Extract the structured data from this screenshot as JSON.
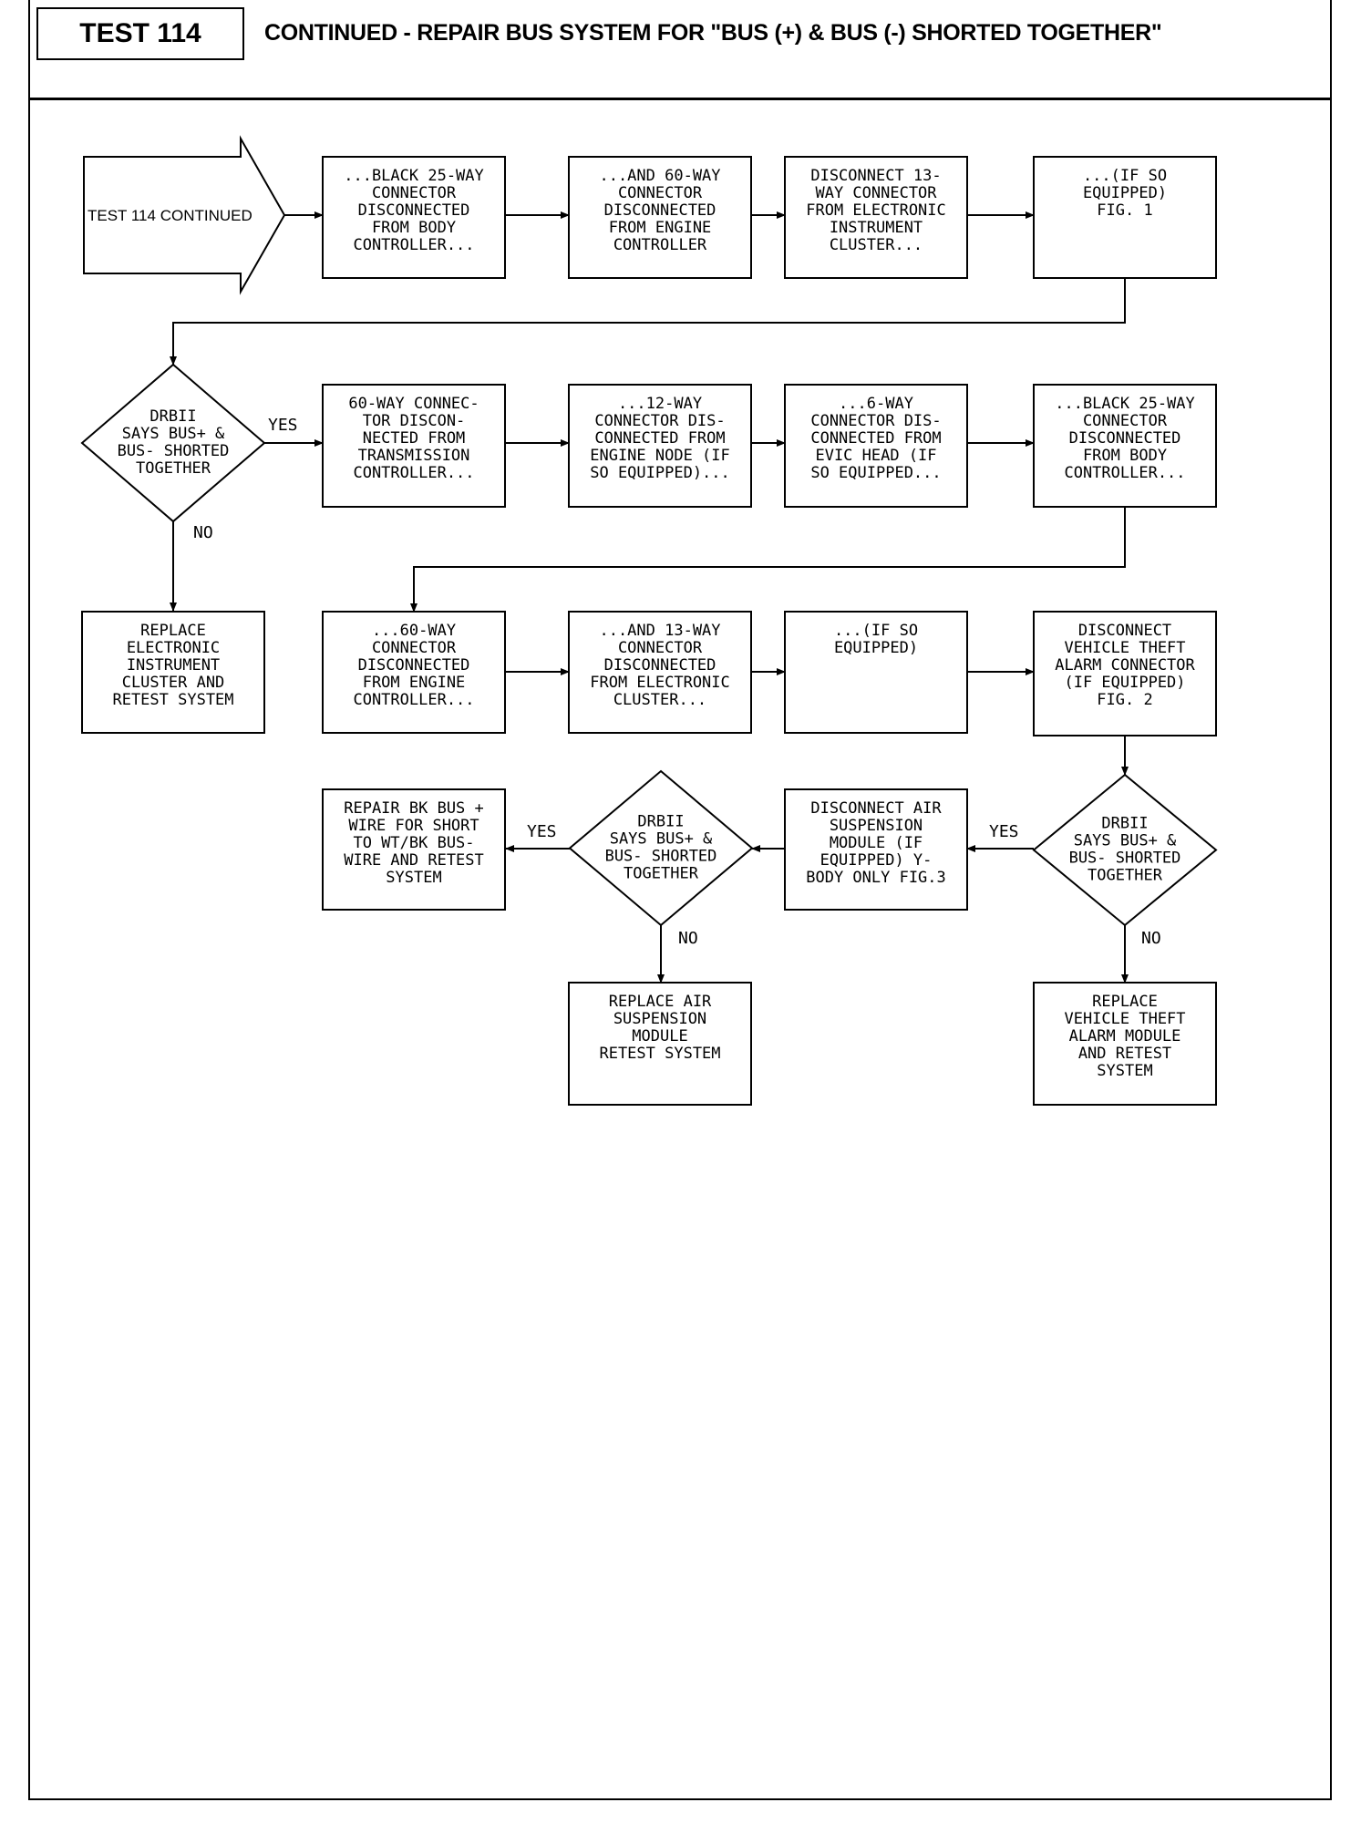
{
  "header": {
    "test_label": "TEST 114",
    "title": "CONTINUED - REPAIR BUS SYSTEM FOR \"BUS (+) & BUS (-) SHORTED TOGETHER\""
  },
  "flowchart": {
    "start": {
      "label": "TEST 114 CONTINUED"
    },
    "nodes": [
      {
        "id": "r1b1",
        "kind": "process",
        "lines": [
          "...BLACK 25-WAY",
          "CONNECTOR",
          "DISCONNECTED",
          "FROM BODY",
          "CONTROLLER..."
        ]
      },
      {
        "id": "r1b2",
        "kind": "process",
        "lines": [
          "...AND 60-WAY",
          "CONNECTOR",
          "DISCONNECTED",
          "FROM ENGINE",
          "CONTROLLER"
        ]
      },
      {
        "id": "r1b3",
        "kind": "process",
        "lines": [
          "DISCONNECT 13-",
          "WAY CONNECTOR",
          "FROM ELECTRONIC",
          "INSTRUMENT",
          "CLUSTER..."
        ]
      },
      {
        "id": "r1b4",
        "kind": "process",
        "lines": [
          "...(IF SO",
          "EQUIPPED)",
          "FIG. 1"
        ]
      },
      {
        "id": "d1",
        "kind": "decision",
        "lines": [
          "DRBII",
          "SAYS BUS+ &",
          "BUS- SHORTED",
          "TOGETHER"
        ]
      },
      {
        "id": "r2b1",
        "kind": "process",
        "lines": [
          "60-WAY CONNEC-",
          "TOR DISCON-",
          "NECTED FROM",
          "TRANSMISSION",
          "CONTROLLER..."
        ]
      },
      {
        "id": "r2b2",
        "kind": "process",
        "lines": [
          "...12-WAY",
          "CONNECTOR DIS-",
          "CONNECTED FROM",
          "ENGINE NODE (IF",
          "SO EQUIPPED)..."
        ]
      },
      {
        "id": "r2b3",
        "kind": "process",
        "lines": [
          "...6-WAY",
          "CONNECTOR DIS-",
          "CONNECTED FROM",
          "EVIC HEAD (IF",
          "SO EQUIPPED..."
        ]
      },
      {
        "id": "r2b4",
        "kind": "process",
        "lines": [
          "...BLACK 25-WAY",
          "CONNECTOR",
          "DISCONNECTED",
          "FROM BODY",
          "CONTROLLER..."
        ]
      },
      {
        "id": "r3b0",
        "kind": "process",
        "lines": [
          "REPLACE",
          "ELECTRONIC",
          "INSTRUMENT",
          "CLUSTER AND",
          "RETEST SYSTEM"
        ]
      },
      {
        "id": "r3b1",
        "kind": "process",
        "lines": [
          "...60-WAY",
          "CONNECTOR",
          "DISCONNECTED",
          "FROM ENGINE",
          "CONTROLLER..."
        ]
      },
      {
        "id": "r3b2",
        "kind": "process",
        "lines": [
          "...AND 13-WAY",
          "CONNECTOR",
          "DISCONNECTED",
          "FROM ELECTRONIC",
          "CLUSTER..."
        ]
      },
      {
        "id": "r3b3",
        "kind": "process",
        "lines": [
          "...(IF SO",
          "EQUIPPED)"
        ]
      },
      {
        "id": "r3b4",
        "kind": "process",
        "lines": [
          "DISCONNECT",
          "VEHICLE THEFT",
          "ALARM CONNECTOR",
          "(IF EQUIPPED)",
          "FIG. 2"
        ]
      },
      {
        "id": "r4b0",
        "kind": "process",
        "lines": [
          "REPAIR BK BUS +",
          "WIRE FOR SHORT",
          "TO WT/BK BUS-",
          "WIRE AND RETEST",
          "SYSTEM"
        ]
      },
      {
        "id": "d3",
        "kind": "decision",
        "lines": [
          "DRBII",
          "SAYS BUS+ &",
          "BUS- SHORTED",
          "TOGETHER"
        ]
      },
      {
        "id": "r4b2",
        "kind": "process",
        "lines": [
          "DISCONNECT AIR",
          "SUSPENSION",
          "MODULE (IF",
          "EQUIPPED) Y-",
          "BODY ONLY FIG.3"
        ]
      },
      {
        "id": "d2",
        "kind": "decision",
        "lines": [
          "DRBII",
          "SAYS BUS+ &",
          "BUS- SHORTED",
          "TOGETHER"
        ]
      },
      {
        "id": "r5b2",
        "kind": "process",
        "lines": [
          "REPLACE AIR",
          "SUSPENSION",
          "MODULE",
          "RETEST SYSTEM"
        ]
      },
      {
        "id": "r5b4",
        "kind": "process",
        "lines": [
          "REPLACE",
          "VEHICLE THEFT",
          "ALARM MODULE",
          "AND RETEST",
          "SYSTEM"
        ]
      }
    ],
    "edge_labels": {
      "d1_yes": "YES",
      "d1_no": "NO",
      "d2_yes": "YES",
      "d2_no": "NO",
      "d3_yes": "YES",
      "d3_no": "NO"
    }
  }
}
